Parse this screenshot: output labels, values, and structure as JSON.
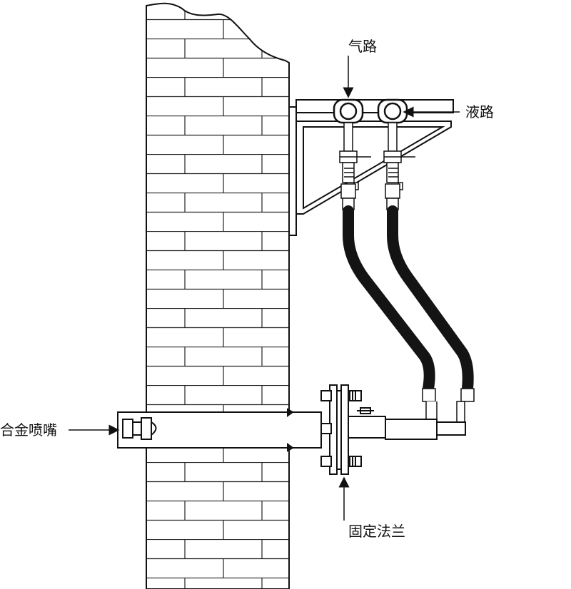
{
  "labels": {
    "gas_line": "气路",
    "liquid_line": "液路",
    "nozzle": "合金喷嘴",
    "flange": "固定法兰"
  },
  "colors": {
    "line": "#1a1a1a",
    "hose": "#141414",
    "background": "#ffffff",
    "brick_fill": "#ffffff"
  },
  "icons": [
    "arrow-right-icon",
    "arrow-left-icon",
    "arrow-down-icon",
    "arrow-up-icon"
  ]
}
